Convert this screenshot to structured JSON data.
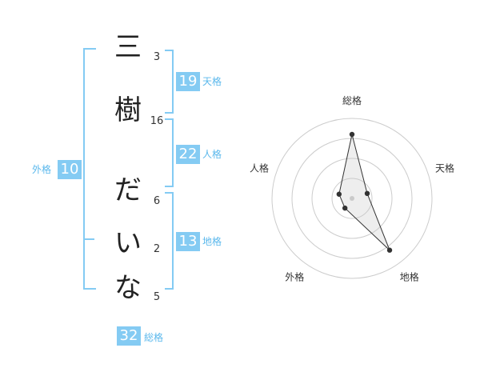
{
  "name_chars": [
    "三",
    "樹",
    "だ",
    "い",
    "な"
  ],
  "strokes": [
    "3",
    "16",
    "6",
    "2",
    "5"
  ],
  "fortunes": {
    "tenkaku": {
      "value": "19",
      "label": "天格"
    },
    "jinkaku": {
      "value": "22",
      "label": "人格"
    },
    "chikaku": {
      "value": "13",
      "label": "地格"
    },
    "gaikaku": {
      "value": "10",
      "label": "外格"
    },
    "soukaku": {
      "value": "32",
      "label": "総格"
    }
  },
  "colors": {
    "accent": "#84cbf3",
    "accent_text": "#5bb8ec"
  },
  "chart_data": {
    "type": "radar",
    "axes": [
      "総格",
      "天格",
      "地格",
      "外格",
      "人格"
    ],
    "values": [
      4,
      1,
      4,
      0.75,
      0.85
    ],
    "rmax": 5,
    "rings": 4
  }
}
